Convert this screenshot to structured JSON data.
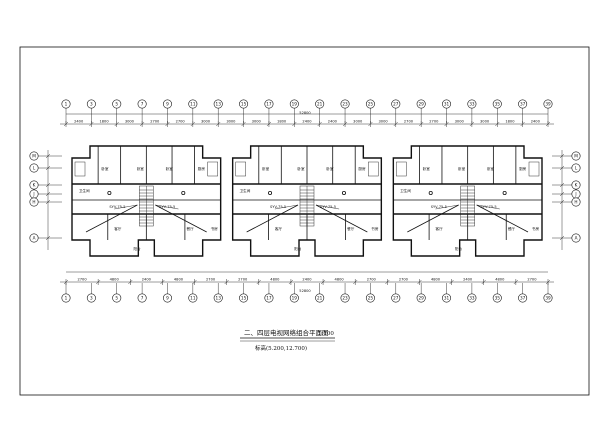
{
  "drawing": {
    "title": "二、四层电视网络组合平面图",
    "scale": "1:100",
    "elevation": "标高(5.200,12.700)",
    "total_dimension": "52800",
    "axis_top": [
      "1",
      "3",
      "5",
      "7",
      "9",
      "11",
      "13",
      "15",
      "17",
      "19",
      "21",
      "23",
      "25",
      "27",
      "29",
      "31",
      "33",
      "35",
      "37",
      "39"
    ],
    "axis_bottom": [
      "1",
      "3",
      "5",
      "7",
      "9",
      "11",
      "13",
      "15",
      "17",
      "19",
      "21",
      "23",
      "25",
      "27",
      "29",
      "31",
      "33",
      "35",
      "37",
      "39"
    ],
    "axis_left": [
      "M",
      "L",
      "K",
      "J",
      "H",
      "A"
    ],
    "axis_right": [
      "M",
      "L",
      "K",
      "J",
      "H",
      "A"
    ],
    "dims_top": [
      "2400",
      "1800",
      "3000",
      "2700",
      "2700",
      "3000",
      "3000",
      "3000",
      "1800",
      "2400",
      "2400",
      "3000",
      "3000",
      "2700",
      "2700",
      "3000",
      "3000",
      "1800",
      "2400"
    ],
    "dims_bottom": [
      "2700",
      "4800",
      "2400",
      "4800",
      "2700",
      "2700",
      "4800",
      "2400",
      "4800",
      "2700",
      "2700",
      "4800",
      "2400",
      "4800",
      "2700"
    ],
    "room_labels": [
      "卧室",
      "卧室",
      "卧室",
      "客厅",
      "厨房",
      "卫生间",
      "餐厅",
      "阳台",
      "书房"
    ],
    "cable_labels": [
      "SYV-75-5",
      "SYV-75-5",
      "SYV-75-5",
      "SYV-75-5",
      "SYV-75-5",
      "SYV-75-5"
    ]
  }
}
